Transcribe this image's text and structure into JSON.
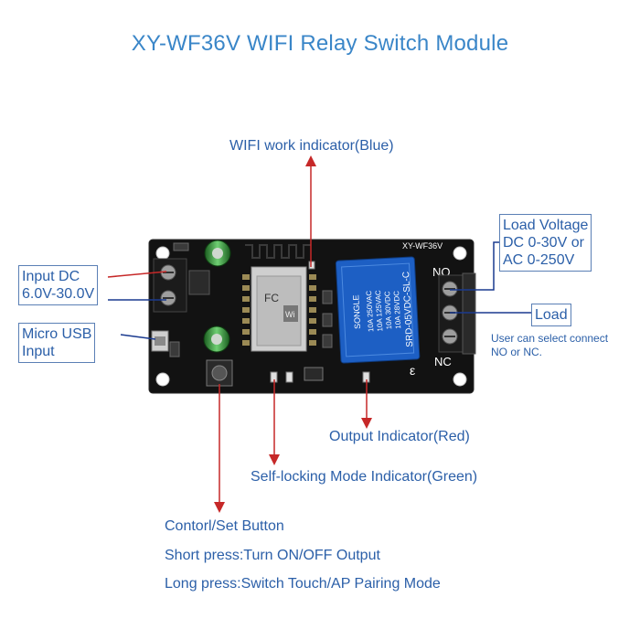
{
  "title": "XY-WF36V WIFI Relay Switch Module",
  "labels": {
    "wifi_indicator": "WIFI work indicator(Blue)",
    "input_dc": "Input DC\n6.0V-30.0V",
    "micro_usb": "Micro USB\nInput",
    "load_voltage": "Load Voltage\nDC 0-30V or\nAC 0-250V",
    "load": "Load",
    "select_note": "User can select connect\nNO or NC.",
    "output_indicator": "Output Indicator(Red)",
    "self_locking": "Self-locking Mode Indicator(Green)",
    "control_button": "Contorl/Set Button",
    "short_press": "Short press:Turn ON/OFF Output",
    "long_press": "Long press:Switch Touch/AP Pairing Mode"
  },
  "board": {
    "model": "XY-WF36V",
    "no": "NO",
    "nc": "NC",
    "relay_brand": "SONGLE",
    "relay_ratings": [
      "10A 250VAC",
      "10A 125VAC",
      "10A 30VDC",
      "10A 28VDC"
    ],
    "relay_model": "SRD-05VDC-SL-C"
  },
  "colors": {
    "pcb": "#111111",
    "relay": "#1d5fc4",
    "arrow_red": "#c62828",
    "line_blue": "#1a3a8f",
    "text_blue": "#2b5fa8"
  }
}
